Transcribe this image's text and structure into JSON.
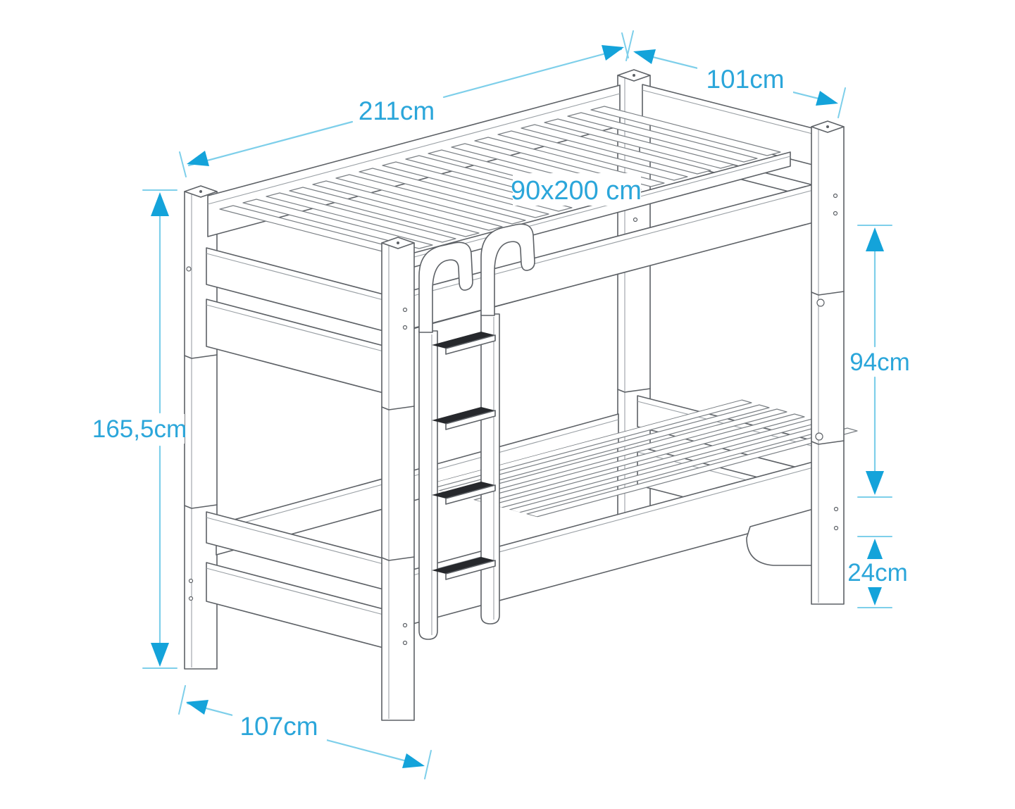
{
  "diagram": {
    "subject": "bunk-bed-technical-drawing",
    "labels": {
      "length": "211cm",
      "width_top": "101cm",
      "mattress": "90x200 cm",
      "total_height": "165,5cm",
      "clearance": "94cm",
      "lower_height": "24cm",
      "depth_floor": "107cm"
    },
    "colors": {
      "outline": "#5d6166",
      "outline_light": "#9aa0a5",
      "dim_line": "#7ecfea",
      "arrow": "#14a3da",
      "label_text": "#2ba6da",
      "step": "#26282c",
      "background": "#ffffff"
    }
  }
}
